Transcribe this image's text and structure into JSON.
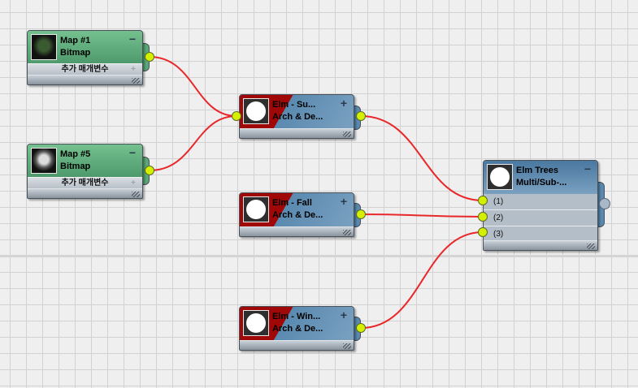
{
  "canvas": {
    "grid": true,
    "wire_color": "#e8282a",
    "socket_color": "#d4f000"
  },
  "nodes": {
    "map1": {
      "title": "Map #1",
      "type": "Bitmap",
      "toggle": "−",
      "param_label": "추가 매개변수",
      "param_toggle": "+",
      "thumbnail": "tree-dark-thumbnail",
      "header_color": "#5aa878"
    },
    "map5": {
      "title": "Map #5",
      "type": "Bitmap",
      "toggle": "−",
      "param_label": "추가 매개변수",
      "param_toggle": "+",
      "thumbnail": "tree-white-thumbnail",
      "header_color": "#5aa878"
    },
    "elm_su": {
      "title": "Elm - Su...",
      "type": "Arch & De...",
      "toggle": "+",
      "header_color": "#a00808"
    },
    "elm_fall": {
      "title": "Elm - Fall",
      "type": "Arch & De...",
      "toggle": "+",
      "header_color": "#a00808"
    },
    "elm_win": {
      "title": "Elm - Win...",
      "type": "Arch & De...",
      "toggle": "+",
      "header_color": "#a00808"
    },
    "elm_trees": {
      "title": "Elm Trees",
      "type": "Multi/Sub-...",
      "toggle": "−",
      "slots": [
        "(1)",
        "(2)",
        "(3)"
      ],
      "header_color": "#5a8ab0"
    }
  },
  "connections": [
    {
      "from": "map1",
      "to": "elm_su"
    },
    {
      "from": "map5",
      "to": "elm_su"
    },
    {
      "from": "elm_su",
      "to": "elm_trees.slot1"
    },
    {
      "from": "elm_fall",
      "to": "elm_trees.slot2"
    },
    {
      "from": "elm_win",
      "to": "elm_trees.slot3"
    }
  ]
}
